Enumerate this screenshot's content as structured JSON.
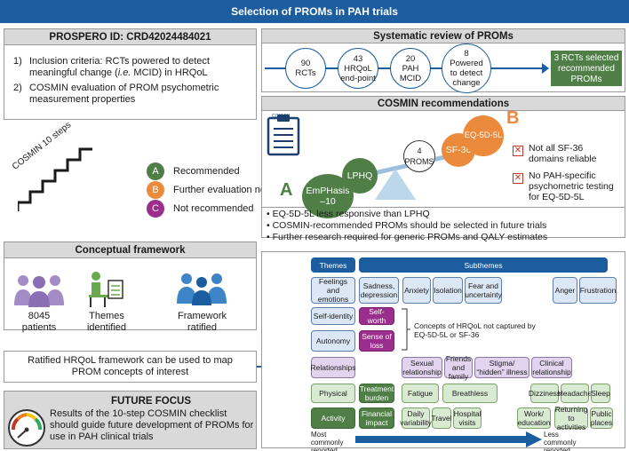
{
  "banner": {
    "title": "Selection of PROMs in PAH trials"
  },
  "prospero": {
    "header": "PROSPERO ID: CRD42024484021",
    "items": [
      {
        "num": "1)",
        "pre": "Inclusion criteria: RCTs powered to detect meaningful change (",
        "ital": "i.e.",
        "post": " MCID) in HRQoL"
      },
      {
        "num": "2)",
        "pre": "COSMIN evaluation of PROM psychometric measurement properties",
        "ital": "",
        "post": ""
      }
    ]
  },
  "steps": {
    "label": "COSMIN 10 steps",
    "legend": [
      {
        "letter": "A",
        "text": "Recommended",
        "color": "#4f7f47"
      },
      {
        "letter": "B",
        "text": "Further evaluation needed",
        "color": "#ec8a3c"
      },
      {
        "letter": "C",
        "text": "Not recommended",
        "color": "#9b2d8c"
      }
    ]
  },
  "systematic": {
    "header": "Systematic review of PROMs",
    "nodes": [
      {
        "line1": "90",
        "line2": "RCTs",
        "line3": ""
      },
      {
        "line1": "43",
        "line2": "HRQoL",
        "line3": "end-point"
      },
      {
        "line1": "20",
        "line2": "PAH MCID",
        "line3": ""
      },
      {
        "line1": "8",
        "line2": "Powered",
        "line3": "to detect change"
      }
    ],
    "result": "3 RCTs selected recommended PROMs"
  },
  "cosmin": {
    "header": "COSMIN recommendations",
    "clipboard_label": "COSMIN",
    "fulcrum": {
      "line1": "4",
      "line2": "PROMS"
    },
    "green_label": "A",
    "orange_label": "B",
    "balls": {
      "emphasis": "EmPHasis –10",
      "lphq": "LPHQ",
      "sf36": "SF-36",
      "eq5d": "EQ-5D-5L"
    },
    "notes": [
      "Not all SF-36 domains reliable",
      "No PAH-specific psychometric testing for EQ-5D-5L"
    ],
    "bullets": [
      "• EQ-5D-5L less responsive than LPHQ",
      "• COSMIN-recommended PROMs should be selected in future trials",
      "• Further research required for generic PROMs and QALY estimates"
    ]
  },
  "conceptual": {
    "header": "Conceptual framework",
    "items": [
      {
        "line1": "8045",
        "line2": "patients"
      },
      {
        "line1": "Themes",
        "line2": "identified"
      },
      {
        "line1": "Framework",
        "line2": "ratified"
      }
    ],
    "callout": "Ratified HRQoL framework can be used to map PROM concepts of interest"
  },
  "future": {
    "header": "FUTURE FOCUS",
    "text": "Results of the 10-step COSMIN checklist should guide future development of PROMs for use in PAH clinical trials"
  },
  "framework": {
    "themes_hdr": "Themes",
    "subthemes_hdr": "Subthemes",
    "rows": {
      "feelings": "Feelings and emotions",
      "sadness": "Sadness, depression",
      "anxiety": "Anxiety",
      "isolation": "Isolation",
      "fear": "Fear and uncertainty",
      "anger": "Anger",
      "frustration": "Frustration",
      "selfidentity": "Self-identity",
      "selfworth": "Self-worth",
      "autonomy": "Autonomy",
      "senseofloss": "Sense of loss",
      "relationships": "Relationships",
      "sexual": "Sexual relationship",
      "friends": "Friends and family",
      "stigma": "Stigma/ “hidden” illness",
      "clinical": "Clinical relationship",
      "physical": "Physical",
      "treatment": "Treatment burden",
      "fatigue": "Fatigue",
      "breathless": "Breathless",
      "dizziness": "Dizziness",
      "headache": "Headache",
      "sleep": "Sleep",
      "activity": "Activity",
      "financial": "Financial impact",
      "daily": "Daily variability",
      "travel": "Travel",
      "hospital": "Hospital visits",
      "work": "Work/ education",
      "returning": "Returning to activities",
      "public": "Public places"
    },
    "not_captured": "Concepts of HRQoL not captured by EQ-5D-5L or SF-36",
    "most_common": "Most commonly reported",
    "less_common": "Less commonly reported"
  }
}
